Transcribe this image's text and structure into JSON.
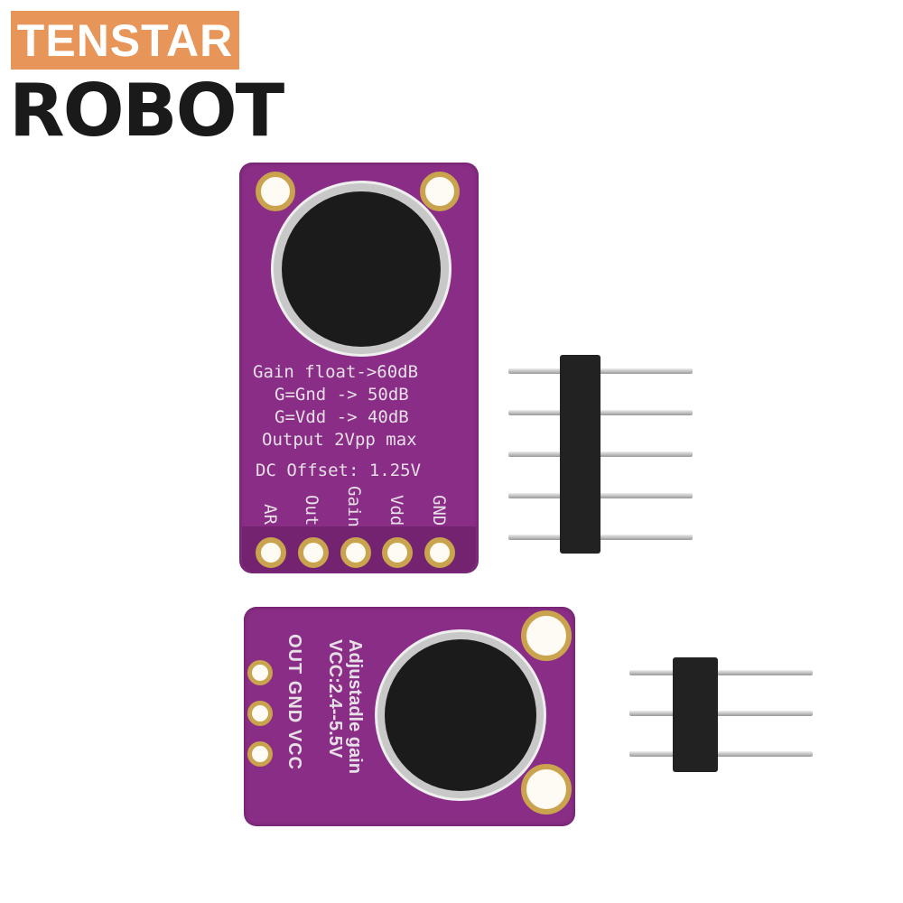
{
  "logo": {
    "top": "TENSTAR",
    "bottom": "ROBOT",
    "accent": "#e8955a"
  },
  "board1": {
    "lines": [
      "Gain float->60dB",
      "G=Gnd -> 50dB",
      "G=Vdd -> 40dB",
      "Output 2Vpp max",
      "DC Offset: 1.25V"
    ],
    "pins": [
      "AR",
      "Out",
      "Gain",
      "Vdd",
      "GND"
    ],
    "color": "#8a2d86"
  },
  "board2": {
    "pins": "OUT GND VCC",
    "line1": "VCC:2.4--5.5V",
    "line2": "Adjustadle gain"
  }
}
